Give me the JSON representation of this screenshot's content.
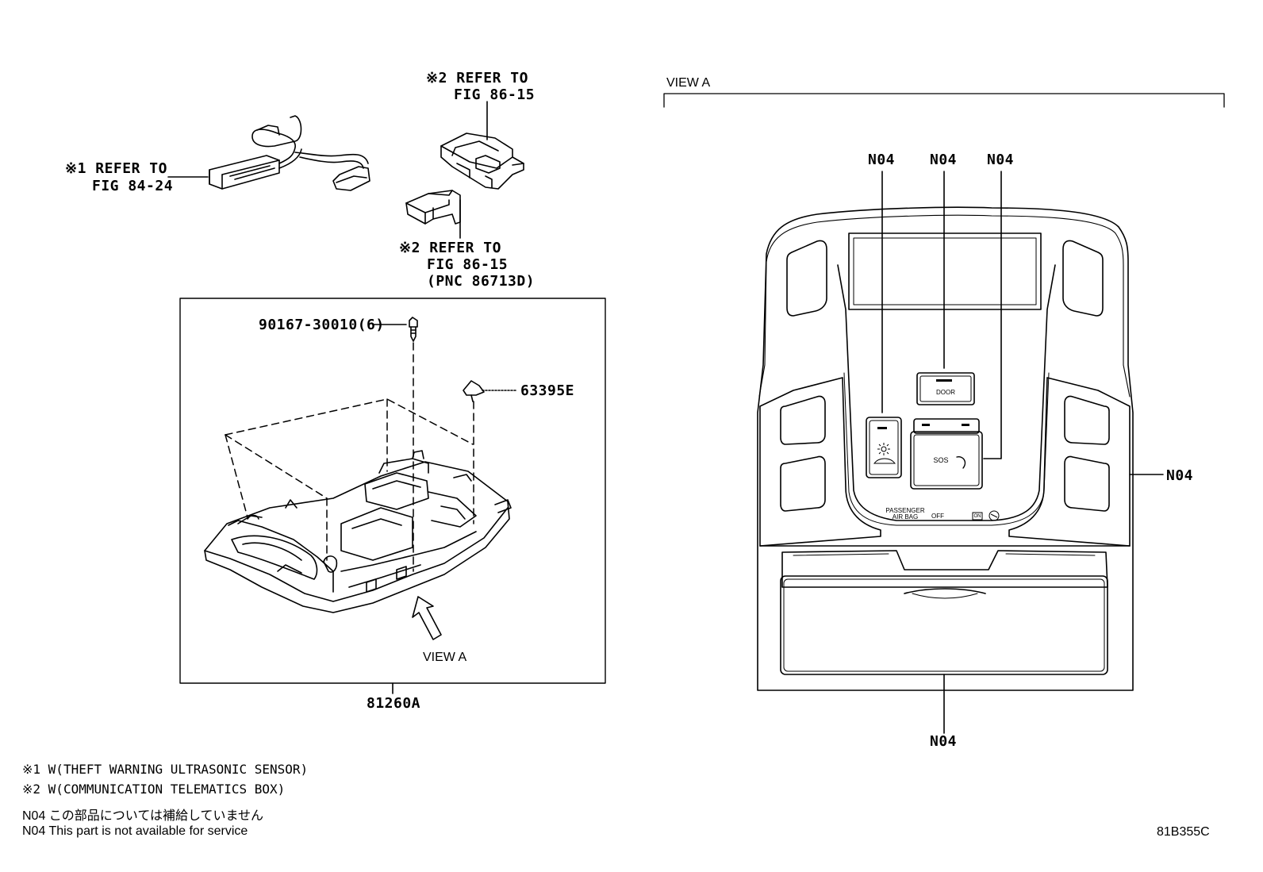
{
  "callouts": {
    "ref1_line1": "※1 REFER TO",
    "ref1_line2": "FIG 84-24",
    "ref2_top_line1": "※2 REFER TO",
    "ref2_top_line2": "FIG 86-15",
    "ref2_bottom_line1": "※2 REFER TO",
    "ref2_bottom_line2": "FIG 86-15",
    "ref2_bottom_line3": "(PNC 86713D)"
  },
  "parts": {
    "screw": "90167-30010(6)",
    "clip": "63395E",
    "assembly": "81260A",
    "view_arrow_label": "VIEW A"
  },
  "view_a": {
    "title": "VIEW A",
    "n04_labels": [
      "N04",
      "N04",
      "N04",
      "N04",
      "N04"
    ],
    "button_door": "DOOR",
    "button_sos": "SOS",
    "passenger_airbag": "PASSENGER AIR BAG",
    "airbag_off": "OFF",
    "airbag_on": "ON"
  },
  "footnotes": {
    "note1": "※1 W(THEFT WARNING ULTRASONIC SENSOR)",
    "note2": "※2 W(COMMUNICATION TELEMATICS BOX)",
    "n04_jp": "N04 この部品については補給していません",
    "n04_en": "N04 This part is not available for service"
  },
  "figure_code": "81B355C"
}
